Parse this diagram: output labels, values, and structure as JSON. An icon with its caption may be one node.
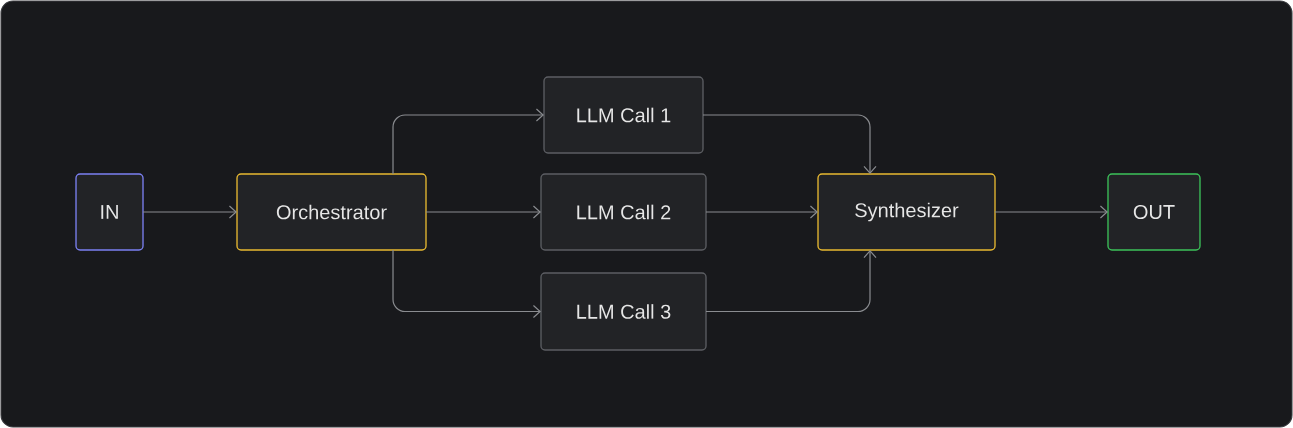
{
  "diagram": {
    "nodes": [
      {
        "text": [
          "IN"
        ]
      },
      {
        "text": [
          "Orchestrator"
        ]
      },
      {
        "text": [
          "LLM Call 1"
        ]
      },
      {
        "text": [
          "LLM Call 2"
        ]
      },
      {
        "text": [
          "LLM Call 3"
        ]
      },
      {
        "text": [
          "Synthesizer"
        ]
      },
      {
        "text": [
          "OUT"
        ]
      }
    ],
    "edges": [
      {
        "from": 0,
        "to": 1,
        "arrow": "to"
      },
      {
        "from": 1,
        "to": 2,
        "arrow": "to"
      },
      {
        "from": 1,
        "to": 3,
        "arrow": "to"
      },
      {
        "from": 1,
        "to": 4,
        "arrow": "to"
      },
      {
        "from": 2,
        "to": 5,
        "arrow": "to"
      },
      {
        "from": 3,
        "to": 5,
        "arrow": "to"
      },
      {
        "from": 4,
        "to": 5,
        "arrow": "to"
      },
      {
        "from": 5,
        "to": 6,
        "arrow": "to"
      }
    ]
  }
}
